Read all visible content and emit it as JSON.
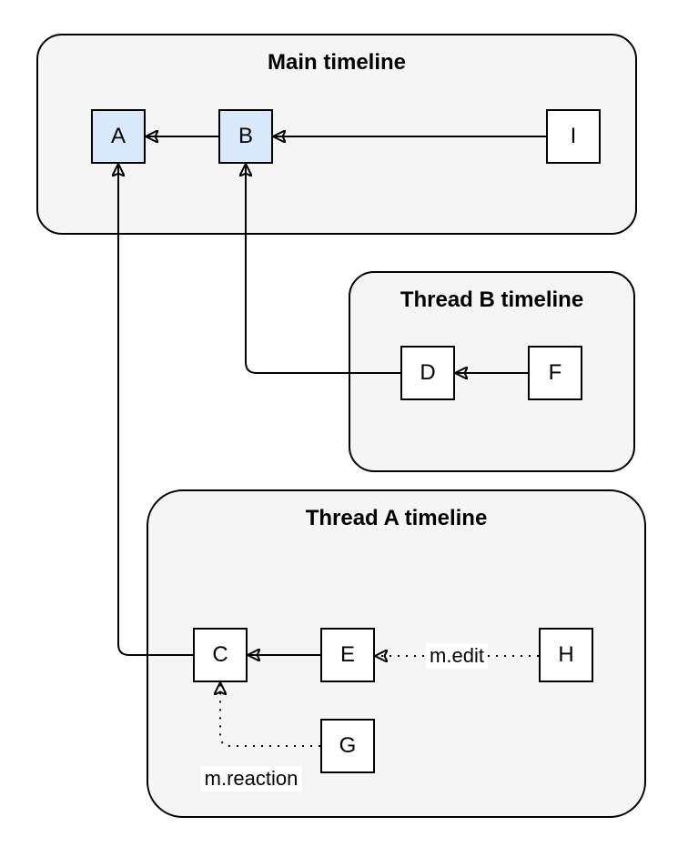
{
  "diagram": {
    "type": "event-graph-diagram",
    "background": "#ffffff",
    "colors": {
      "container_fill": "#f5f5f5",
      "container_stroke": "#000000",
      "node_fill": "#ffffff",
      "node_highlight_fill": "#dae8fc",
      "node_stroke": "#000000",
      "edge_color": "#000000",
      "edge_label_background": "#ffffff",
      "text_color": "#000000"
    },
    "containers": [
      {
        "id": "main-timeline",
        "title": "Main timeline",
        "nodes": [
          "A",
          "B",
          "I"
        ]
      },
      {
        "id": "thread-b-timeline",
        "title": "Thread B timeline",
        "nodes": [
          "D",
          "F"
        ]
      },
      {
        "id": "thread-a-timeline",
        "title": "Thread A timeline",
        "nodes": [
          "C",
          "E",
          "H",
          "G"
        ]
      }
    ],
    "nodes": {
      "A": {
        "label": "A",
        "highlighted": true
      },
      "B": {
        "label": "B",
        "highlighted": true
      },
      "I": {
        "label": "I",
        "highlighted": false
      },
      "D": {
        "label": "D",
        "highlighted": false
      },
      "F": {
        "label": "F",
        "highlighted": false
      },
      "C": {
        "label": "C",
        "highlighted": false
      },
      "E": {
        "label": "E",
        "highlighted": false
      },
      "H": {
        "label": "H",
        "highlighted": false
      },
      "G": {
        "label": "G",
        "highlighted": false
      }
    },
    "edges": [
      {
        "from": "B",
        "to": "A",
        "style": "solid"
      },
      {
        "from": "I",
        "to": "B",
        "style": "solid"
      },
      {
        "from": "F",
        "to": "D",
        "style": "solid"
      },
      {
        "from": "D",
        "to": "B",
        "style": "solid"
      },
      {
        "from": "E",
        "to": "C",
        "style": "solid"
      },
      {
        "from": "C",
        "to": "A",
        "style": "solid"
      },
      {
        "from": "H",
        "to": "E",
        "style": "dotted",
        "label": "m.edit"
      },
      {
        "from": "G",
        "to": "C",
        "style": "dotted",
        "label": "m.reaction"
      }
    ]
  }
}
